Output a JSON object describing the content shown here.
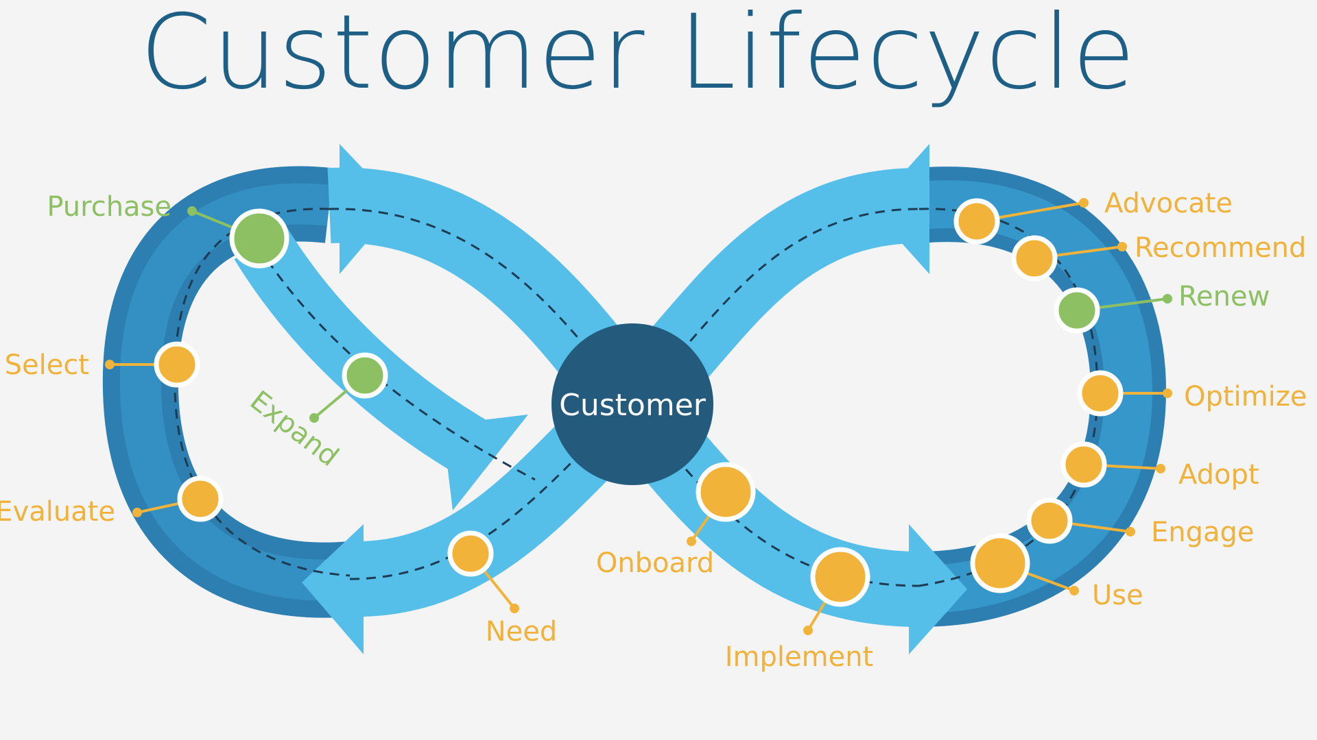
{
  "title": "Customer Lifecycle",
  "center": "Customer",
  "colors": {
    "loop_light": "#55bfe9",
    "loop_mid": "#3aa2d6",
    "loop_dark": "#1e6f9e",
    "center": "#245b7d",
    "orange": "#f2b33a",
    "green": "#8cc063",
    "label_orange": "#f0b23a",
    "label_green": "#8cc063"
  },
  "stages": [
    {
      "name": "Purchase",
      "type": "green"
    },
    {
      "name": "Select",
      "type": "orange"
    },
    {
      "name": "Evaluate",
      "type": "orange"
    },
    {
      "name": "Expand",
      "type": "green"
    },
    {
      "name": "Need",
      "type": "orange"
    },
    {
      "name": "Onboard",
      "type": "orange"
    },
    {
      "name": "Implement",
      "type": "orange"
    },
    {
      "name": "Use",
      "type": "orange"
    },
    {
      "name": "Engage",
      "type": "orange"
    },
    {
      "name": "Adopt",
      "type": "orange"
    },
    {
      "name": "Optimize",
      "type": "orange"
    },
    {
      "name": "Renew",
      "type": "green"
    },
    {
      "name": "Recommend",
      "type": "orange"
    },
    {
      "name": "Advocate",
      "type": "orange"
    }
  ]
}
